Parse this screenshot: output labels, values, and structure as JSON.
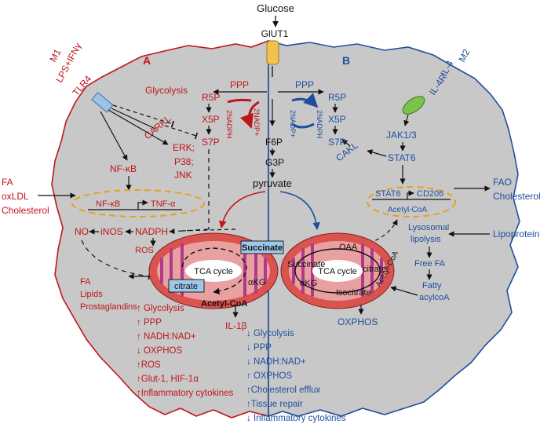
{
  "colors": {
    "cell_fill": "#c8c8c8",
    "red": "#c0151b",
    "blue": "#1f4e9e",
    "black": "#111111",
    "dash_orange": "#e8a020",
    "mito_outer": "#d9534f",
    "mito_inner": "#e9a0a0",
    "cristae": "#b03a8a",
    "glut1": "#f3c14e",
    "tlr4": "#9cc3e6",
    "il4r": "#7cc34a",
    "label_box": "#9ec7ea"
  },
  "icons": {
    "glut1": "transporter-icon",
    "tlr4": "receptor-icon",
    "il4r": "receptor-icon",
    "mitochondrion": "mitochondrion-icon"
  },
  "top": {
    "glucose": "Glucose",
    "glut1": "GlUT1"
  },
  "panels": {
    "a": "A",
    "b": "B"
  },
  "center": {
    "f6p": "F6P",
    "g3p": "G3P",
    "pyruvate": "pyruvate"
  },
  "m1": {
    "stimulus_1": "M1",
    "stimulus_2": "LPS+IFNγ",
    "receptor": "TLR4",
    "glycolysis": "Glycolysis",
    "ppp": "PPP",
    "r5p": "R5P",
    "x5p": "X5P",
    "s7p": "S7P",
    "nadph_1": "2NADPH",
    "nadp_1": "2NADP+",
    "carkl": "CARKL",
    "erk": "ERK;",
    "p38": "P38;",
    "jnk": "JNK",
    "nfkb": "NF-κB",
    "nfkb_box": "NF-κB",
    "tnfa": "TNF-α",
    "nadph": "NADPH",
    "inos": "iNOS",
    "no": "NO",
    "ros": "ROS",
    "fa_lipids": [
      "FA",
      "Lipids",
      "Prostaglandins"
    ],
    "left_inputs": [
      "FA",
      "oxLDL",
      "Cholesterol"
    ],
    "succinate": "Succinate",
    "citrate": "citrate",
    "tca": "TCA cycle",
    "akg": "αKG",
    "acetyl": "Acetyl-CoA",
    "il1b": "IL-1β",
    "effects": [
      "↑ Glycolysis",
      "↑ PPP",
      "↑ NADH:NAD+",
      "↓ OXPHOS",
      "↑ROS",
      "↑Glut-1, HIF-1α",
      "↑Inflammatory cytokines"
    ]
  },
  "m2": {
    "stimulus_1": "M2",
    "stimulus_2": "IL-4",
    "receptor": "IL-4R",
    "ppp": "PPP",
    "r5p": "R5P",
    "x5p": "X5P",
    "s7p": "S7P",
    "nadp": "2NADP+",
    "nadph": "2NADPH",
    "cakl": "CAKL",
    "jak": "JAK1/3",
    "stat6": "STAT6",
    "stat6_box": "STAT6",
    "cd206": "CD206",
    "acetyl_box": "Acetyl-CoA",
    "lysosomal": [
      "Lysosomal",
      "lipolysis"
    ],
    "free_fa": "Free FA",
    "fatty": [
      "Fatty",
      "acylcoA"
    ],
    "right_outputs": [
      "FAO",
      "Cholesterol"
    ],
    "lipoprotein": "Lipoprotein",
    "oaa": "OAA",
    "succinate": "Succinate",
    "citrate": "citrate",
    "tca": "TCA cycle",
    "akg": "αKG",
    "isocitrate": "Isocitrate",
    "acetyl": "Acetyl-CoA",
    "oxphos": "OXPHOS",
    "effects": [
      "↓ Glycolysis",
      "↓ PPP",
      "↓ NADH:NAD+",
      "↑ OXPHOS",
      "↑Cholesterol efflux",
      "↑Tissue repair",
      "↓ Inflammatory cytokines"
    ]
  }
}
